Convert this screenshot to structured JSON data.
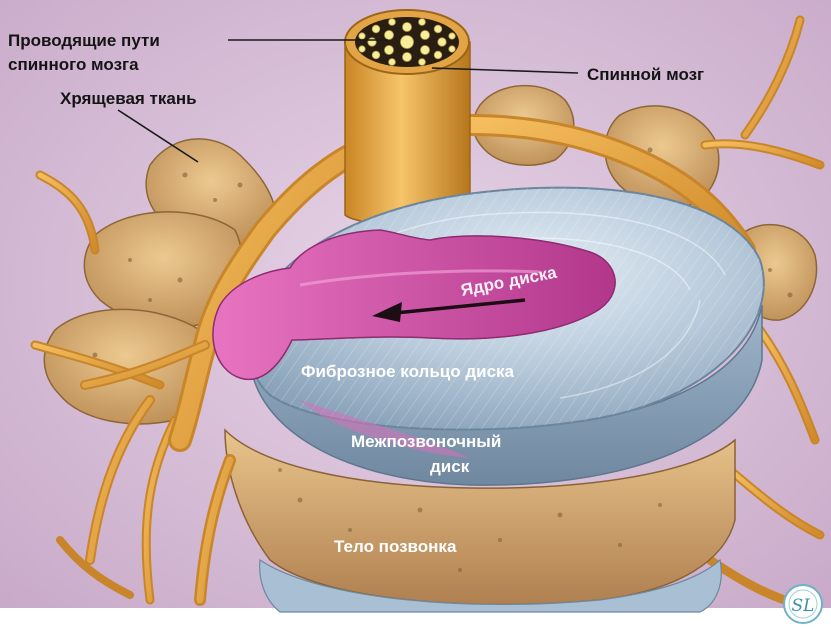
{
  "labels": {
    "spinal_tracts_line1": "Проводящие пути",
    "spinal_tracts_line2": "спинного мозга",
    "spinal_cord": "Спинной мозг",
    "cartilage": "Хрящевая ткань",
    "nucleus": "Ядро диска",
    "annulus": "Фиброзное кольцо диска",
    "disc_line1": "Межпозвоночный",
    "disc_line2": "диск",
    "vertebral_body": "Тело позвонка"
  },
  "logo": {
    "text": "SL"
  },
  "colors": {
    "background": "#d6bfd6",
    "nerve": "#e8a546",
    "bone": "#d8b07a",
    "disc": "#b6c6d6",
    "nucleus": "#c84a9c"
  }
}
